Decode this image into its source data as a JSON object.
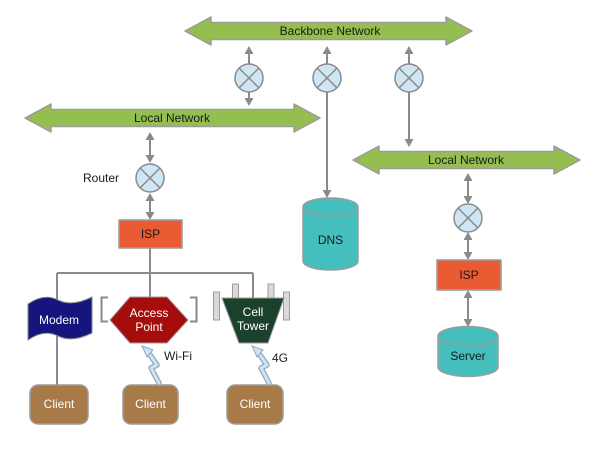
{
  "nodes": {
    "backbone_label": "Backbone Network",
    "local_left_label": "Local Network",
    "local_right_label": "Local Network",
    "router_caption": "Router",
    "isp_left": "ISP",
    "isp_right": "ISP",
    "dns": "DNS",
    "server": "Server",
    "modem": "Modem",
    "access_point": "Access Point",
    "cell_tower": "Cell Tower",
    "client_1": "Client",
    "client_2": "Client",
    "client_3": "Client",
    "wifi": "Wi-Fi",
    "fourg": "4G"
  },
  "colors": {
    "network_arrow": "#94be4f",
    "arrow_border": "#9c9c9c",
    "router_fill": "#cfe6f5",
    "isp_fill": "#ea5b33",
    "db_fill": "#45bfbd",
    "modem_fill": "#15157d",
    "access_point_fill": "#a50d0d",
    "cell_tower_fill": "#1b402c",
    "client_fill": "#a87a47",
    "connector": "#8a8a8a",
    "bolt_fill": "#cfe3f2",
    "bolt_border": "#8fa8bc",
    "antenna_fill": "#d9d9d9"
  }
}
